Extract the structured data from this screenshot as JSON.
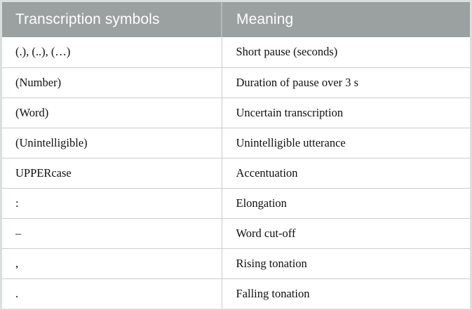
{
  "table": {
    "columns": [
      {
        "key": "symbol",
        "label": "Transcription symbols"
      },
      {
        "key": "meaning",
        "label": "Meaning"
      }
    ],
    "rows": [
      {
        "symbol": "(.), (..), (…)",
        "meaning": "Short pause (seconds)"
      },
      {
        "symbol": "(Number)",
        "meaning": "Duration of pause over 3 s"
      },
      {
        "symbol": "(Word)",
        "meaning": "Uncertain transcription"
      },
      {
        "symbol": "(Unintelligible)",
        "meaning": "Unintelligible utterance"
      },
      {
        "symbol": "UPPERcase",
        "meaning": "Accentuation"
      },
      {
        "symbol": ":",
        "meaning": "Elongation"
      },
      {
        "symbol": "–",
        "meaning": "Word cut-off"
      },
      {
        "symbol": ",",
        "meaning": "Rising tonation"
      },
      {
        "symbol": ".",
        "meaning": "Falling tonation"
      }
    ]
  },
  "colors": {
    "header_background": "#9ba0a1",
    "header_text": "#ffffff",
    "body_text": "#0f0f0f",
    "row_border": "#c8cdcd",
    "outer_border": "#d9dfdd",
    "header_divider": "#b4b9b9"
  }
}
